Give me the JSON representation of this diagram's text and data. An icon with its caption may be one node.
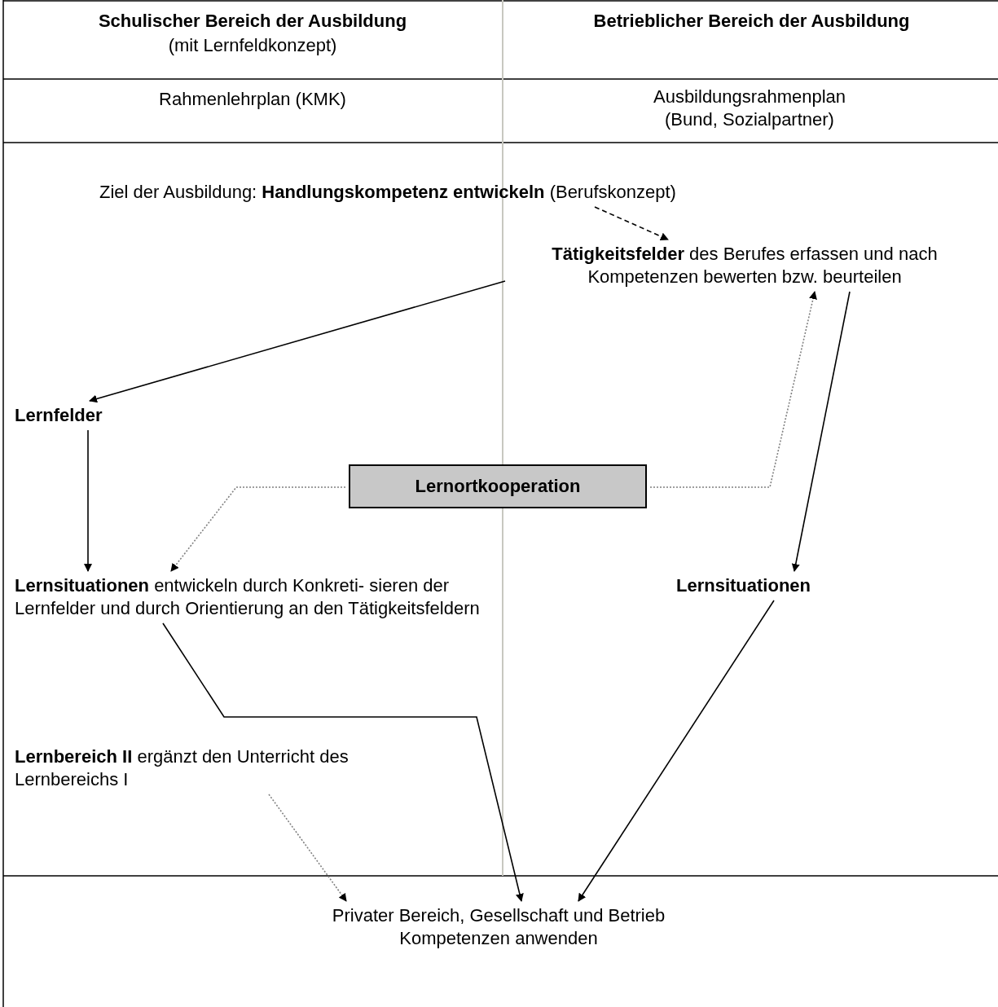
{
  "diagram": {
    "nodes": [
      {
        "text": [
          "Ziel der Ausbildung: **Handlungskompetenz entwickeln** (Berufskonzept)"
        ]
      },
      {
        "text": [
          "**Tätigkeitsfelder** des Berufes erfassen und nach Kompetenzen bewerten bzw. beurteilen"
        ]
      },
      {
        "text": [
          "Lernfelder"
        ]
      },
      {
        "text": [
          "Lernortkooperation"
        ]
      },
      {
        "text": [
          "**Lernsituationen** entwickeln durch Konkreti- sieren der Lernfelder und durch Orientierung an den Tätigkeitsfeldern"
        ]
      },
      {
        "text": [
          "Lernsituationen"
        ]
      },
      {
        "text": [
          "**Lernbereich II** ergänzt den Unterricht des Lernbereichs I"
        ]
      },
      {
        "text": [
          "Privater Bereich, Gesellschaft und Betrieb Kompetenzen anwenden"
        ]
      }
    ],
    "edges": [
      {
        "from": 0,
        "to": 1,
        "arrow": "to",
        "style": "dashed"
      },
      {
        "from": 1,
        "to": 2,
        "arrow": "to"
      },
      {
        "from": 2,
        "to": 4,
        "arrow": "to"
      },
      {
        "from": 3,
        "to": 4,
        "arrow": "to",
        "style": "dashed",
        "color": "#808080"
      },
      {
        "from": 3,
        "to": 1,
        "arrow": "to",
        "style": "dashed",
        "color": "#808080"
      },
      {
        "from": 1,
        "to": 5,
        "arrow": "to"
      },
      {
        "from": 4,
        "to": 7,
        "arrow": "to"
      },
      {
        "from": 5,
        "to": 7,
        "arrow": "to"
      },
      {
        "from": 6,
        "to": 7,
        "arrow": "to",
        "style": "dashed",
        "color": "#808080"
      }
    ],
    "labels": [
      "Schulischer Bereich der Ausbildung",
      "(mit Lernfeldkonzept)",
      "Betrieblicher Bereich der Ausbildung",
      "Rahmenlehrplan (KMK)",
      "Ausbildungsrahmenplan (Bund, Sozialpartner)"
    ]
  }
}
